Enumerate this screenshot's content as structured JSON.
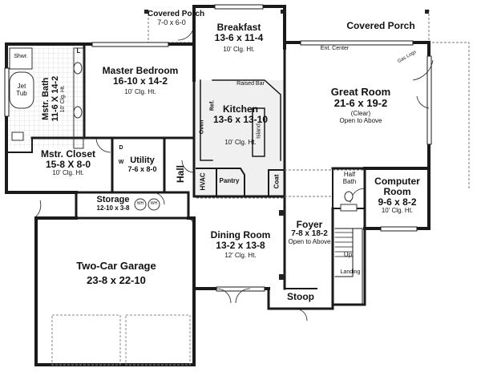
{
  "rooms": {
    "covered_porch_left": {
      "name": "Covered Porch",
      "dims": "7-0 x 6-0"
    },
    "breakfast": {
      "name": "Breakfast",
      "dims": "13-6 x 11-4",
      "ceiling": "10' Clg. Ht."
    },
    "covered_porch_right": {
      "name": "Covered Porch"
    },
    "master_bath": {
      "name": "Mstr. Bath",
      "dims": "11-6 X 14-2",
      "ceiling": "10' Clg. Ht."
    },
    "master_bedroom": {
      "name": "Master Bedroom",
      "dims": "16-10 x 14-2",
      "ceiling": "10' Clg. Ht."
    },
    "kitchen": {
      "name": "Kitchen",
      "dims": "13-6 x 13-10",
      "ceiling": "10' Clg. Ht."
    },
    "great_room": {
      "name": "Great Room",
      "dims": "21-6 x 19-2",
      "note1": "(Clear)",
      "note2": "Open to Above"
    },
    "master_closet": {
      "name": "Mstr. Closet",
      "dims": "15-8 X 8-0",
      "ceiling": "10' Clg. Ht."
    },
    "utility": {
      "name": "Utility",
      "dims": "7-6 x 8-0"
    },
    "hall": {
      "name": "Hall"
    },
    "storage": {
      "name": "Storage",
      "dims": "12-10 x 3-8"
    },
    "half_bath": {
      "name": "Half Bath"
    },
    "computer_room": {
      "name": "Computer Room",
      "dims": "9-6 x 8-2",
      "ceiling": "10' Clg. Ht."
    },
    "dining_room": {
      "name": "Dining Room",
      "dims": "13-2 x 13-8",
      "ceiling": "12' Clg. Ht."
    },
    "foyer": {
      "name": "Foyer",
      "dims": "7-8 x 18-2",
      "note": "Open to Above"
    },
    "garage": {
      "name": "Two-Car Garage",
      "dims": "23-8 x 22-10"
    },
    "stoop": {
      "name": "Stoop"
    }
  },
  "fixtures": {
    "shower": "Shwr.",
    "jet_tub": "Jet Tub",
    "linen": "L",
    "raised_bar": "Raised Bar",
    "ent_center": "Ent. Center",
    "gas_logs": "Gas Logs",
    "oven": "Oven",
    "refrigerator": "Ref.",
    "island": "Island",
    "pantry": "Pantry",
    "hvac": "HVAC",
    "coat": "Coat",
    "dryer": "D",
    "washer": "W",
    "water_heater_1": "WH",
    "water_heater_2": "WH",
    "stair_up": "Up",
    "landing": "Landing"
  }
}
